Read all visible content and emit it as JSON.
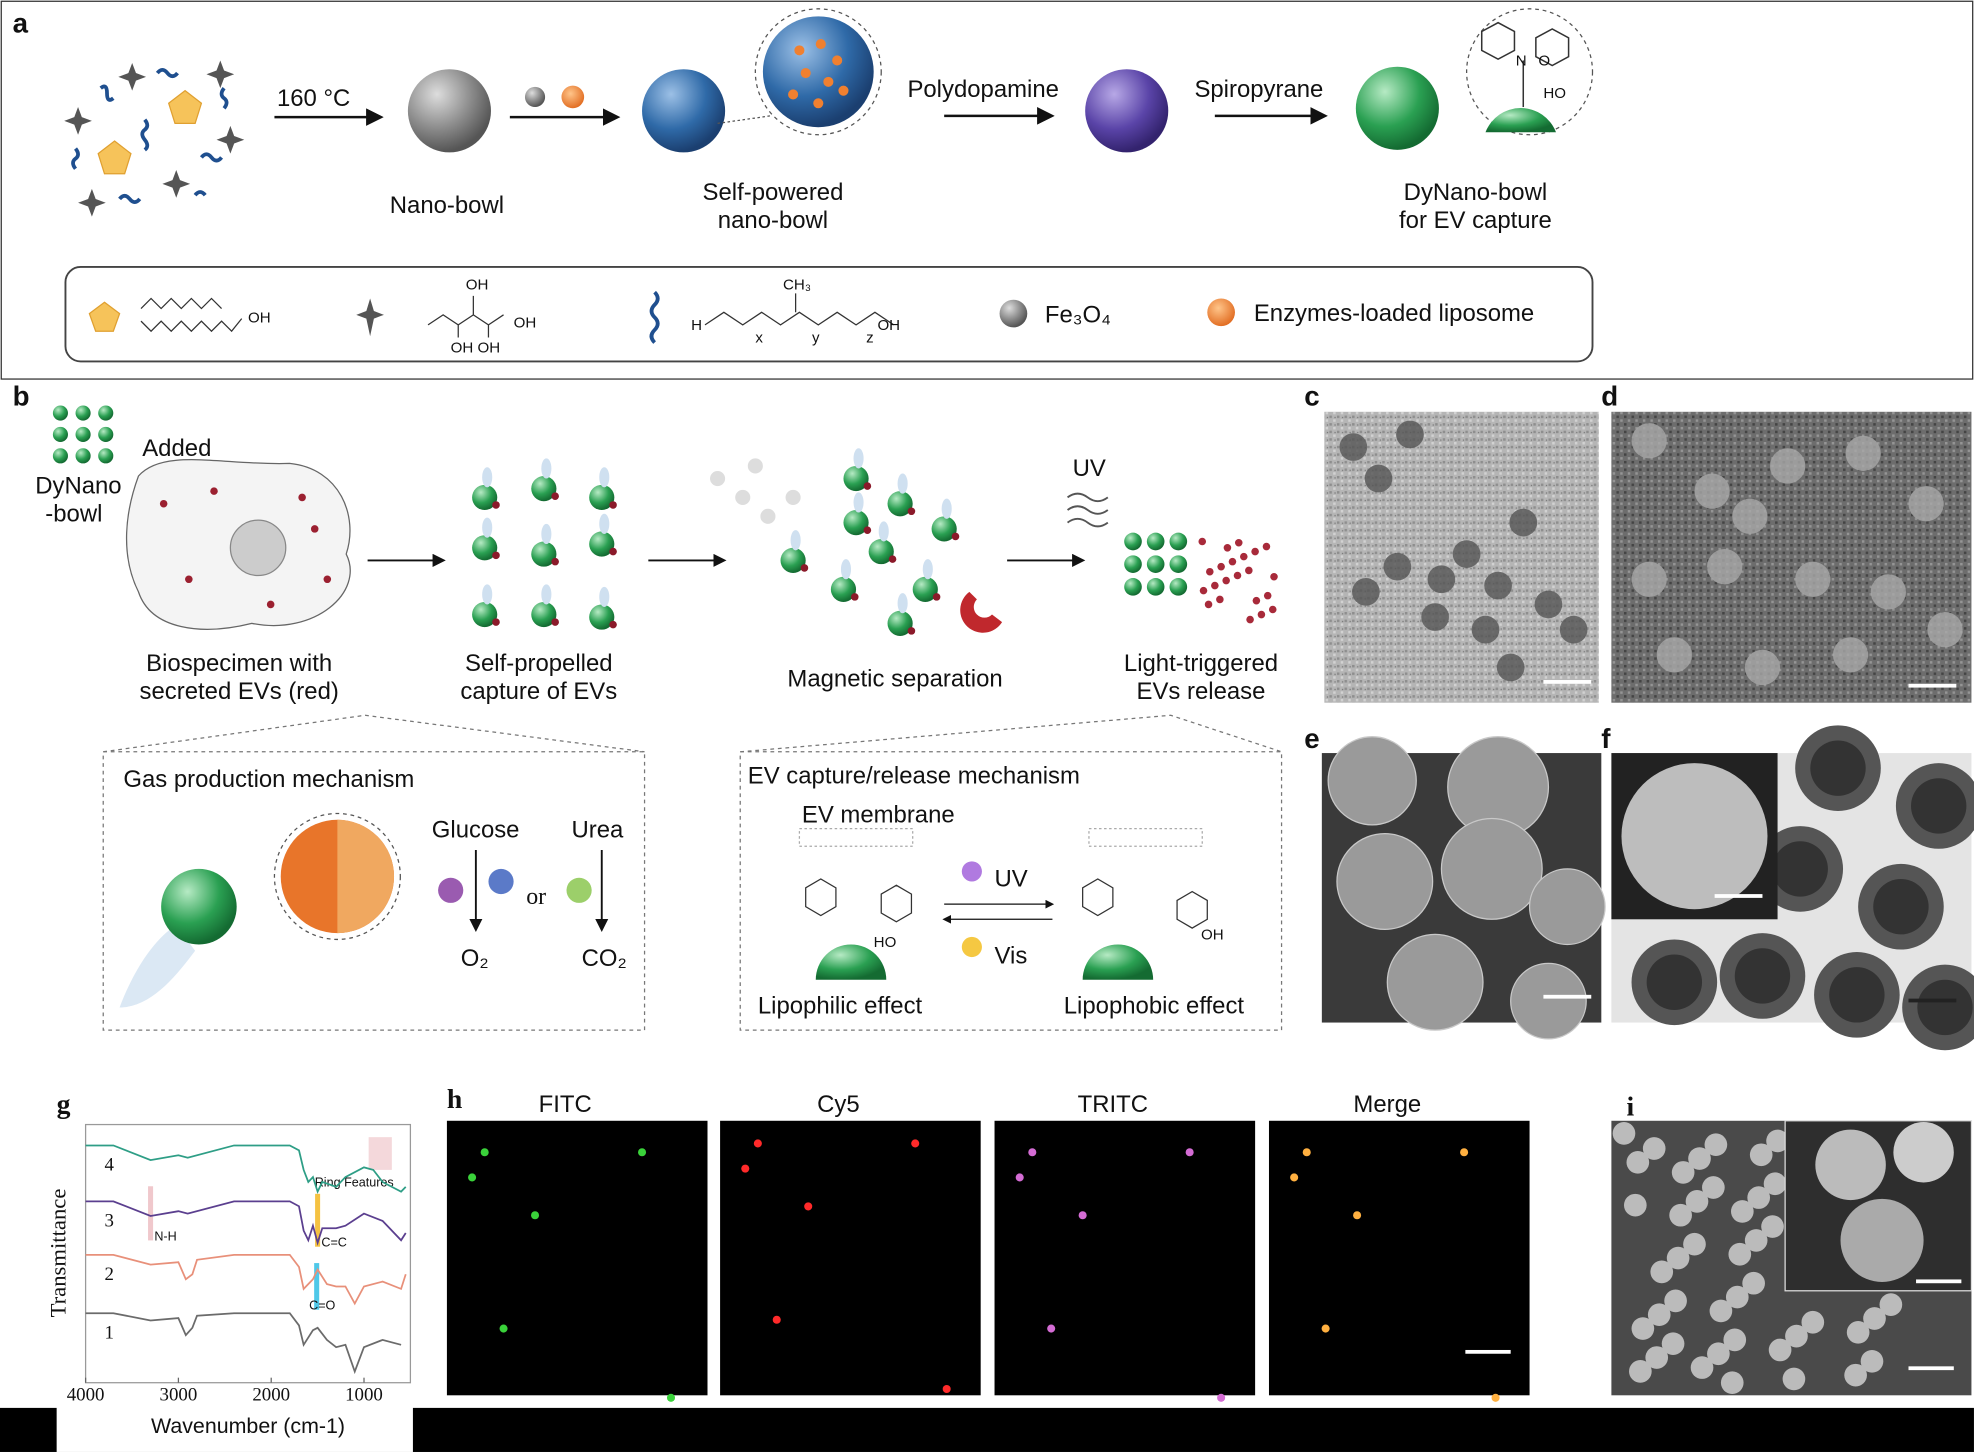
{
  "panel_labels": {
    "a": "a",
    "b": "b",
    "c": "c",
    "d": "d",
    "e": "e",
    "f": "f",
    "g": "g",
    "h": "h",
    "i": "i"
  },
  "panel_a": {
    "step1_condition": "160 °C",
    "nano_bowl": "Nano-bowl",
    "self_powered_1": "Self-powered",
    "self_powered_2": "nano-bowl",
    "polydopamine": "Polydopamine",
    "spiropyrane": "Spiropyrane",
    "dynano_1": "DyNano-bowl",
    "dynano_2": "for EV capture",
    "ho": "HO",
    "n": "N",
    "o": "O",
    "legend": {
      "oh": "OH",
      "ch3": "CH₃",
      "h": "H",
      "x": "x",
      "y": "y",
      "z": "z",
      "oh_oh": "OH OH",
      "fe3o4": "Fe₃O₄",
      "liposome": "Enzymes-loaded liposome"
    }
  },
  "panel_b": {
    "added": "Added",
    "dynano_1": "DyNano",
    "dynano_2": "-bowl",
    "bio_1": "Biospecimen with",
    "bio_2": "secreted EVs (red)",
    "capture_1": "Self-propelled",
    "capture_2": "capture of EVs",
    "magnetic": "Magnetic separation",
    "uv": "UV",
    "release_1": "Light-triggered",
    "release_2": "EVs release",
    "gas_title": "Gas production mechanism",
    "glucose": "Glucose",
    "urea": "Urea",
    "or": "or",
    "o2": "O₂",
    "co2": "CO₂",
    "ev_title": "EV capture/release mechanism",
    "ev_membrane": "EV membrane",
    "uv2": "UV",
    "vis": "Vis",
    "lipophilic": "Lipophilic effect",
    "lipophobic": "Lipophobic effect",
    "ho": "HO",
    "oh": "OH"
  },
  "panel_h": {
    "titles": [
      "FITC",
      "Cy5",
      "TRITC",
      "Merge"
    ]
  },
  "colors": {
    "teal": "#2e9e86",
    "purple": "#5b3f8f",
    "salmon": "#e8907a",
    "gray": "#6b6b6b",
    "blue": "#2f6aa8",
    "green": "#2aa052"
  },
  "chart_data": {
    "type": "line",
    "xlabel": "Wavenumber (cm-1)",
    "ylabel": "Transmittance",
    "xlim": [
      4000,
      500
    ],
    "x_reversed": true,
    "xticks": [
      4000,
      3000,
      2000,
      1000
    ],
    "grid": false,
    "series": [
      {
        "name": "1",
        "color": "#6b6b6b",
        "x": [
          4000,
          3700,
          3300,
          3000,
          2920,
          2850,
          2800,
          2400,
          1800,
          1700,
          1650,
          1550,
          1500,
          1400,
          1300,
          1200,
          1100,
          1000,
          800,
          600
        ],
        "values": [
          26,
          26,
          23,
          24,
          17,
          20,
          25,
          26,
          26,
          21,
          13,
          19,
          20,
          15,
          12,
          13,
          2,
          12,
          15,
          13
        ]
      },
      {
        "name": "2",
        "color": "#e8907a",
        "x": [
          4000,
          3700,
          3300,
          3000,
          2920,
          2850,
          2800,
          2400,
          1800,
          1700,
          1650,
          1550,
          1500,
          1400,
          1300,
          1200,
          1100,
          1000,
          800,
          600,
          550
        ],
        "values": [
          50,
          50,
          46,
          47,
          40,
          42,
          48,
          50,
          50,
          45,
          36,
          40,
          44,
          38,
          37,
          37,
          30,
          37,
          39,
          36,
          42
        ]
      },
      {
        "name": "3",
        "color": "#5b3f8f",
        "x": [
          4000,
          3700,
          3300,
          3000,
          2900,
          2400,
          1800,
          1700,
          1650,
          1600,
          1550,
          1500,
          1450,
          1300,
          1200,
          1000,
          800,
          600,
          550
        ],
        "values": [
          72,
          72,
          66,
          68,
          67,
          72,
          72,
          70,
          60,
          56,
          62,
          55,
          61,
          61,
          62,
          67,
          64,
          56,
          59
        ]
      },
      {
        "name": "4",
        "color": "#2e9e86",
        "x": [
          4000,
          3700,
          3300,
          3000,
          2900,
          2400,
          1800,
          1700,
          1650,
          1600,
          1550,
          1500,
          1450,
          1300,
          1200,
          1000,
          900,
          800,
          700,
          600,
          550
        ],
        "values": [
          95,
          95,
          89,
          91,
          90,
          95,
          95,
          93,
          85,
          80,
          82,
          76,
          80,
          78,
          82,
          86,
          85,
          80,
          78,
          76,
          78
        ]
      }
    ],
    "annotations": [
      {
        "text": "N-H",
        "x": 3300,
        "color": "#f0c8cc"
      },
      {
        "text": "C=C",
        "x": 1500,
        "color": "#f5c242"
      },
      {
        "text": "C=O",
        "x": 1510,
        "color": "#4fc8e8"
      },
      {
        "text": "Ring Features",
        "x_range": [
          950,
          700
        ],
        "color": "#f0c8cc"
      }
    ]
  }
}
